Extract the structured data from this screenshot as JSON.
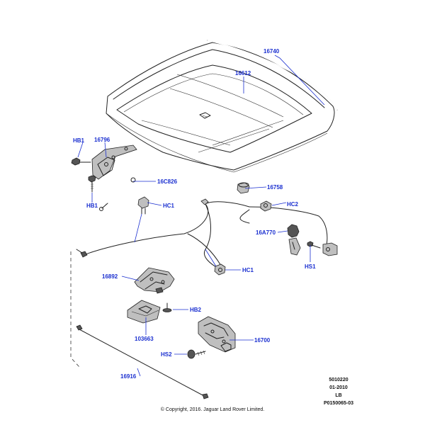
{
  "labels": {
    "p16740": "16740",
    "p16612": "16612",
    "hb1_top": "HB1",
    "p16796": "16796",
    "hb1_bottom": "HB1",
    "p16c826": "16C826",
    "hc1_top": "HC1",
    "p16758": "16758",
    "hc2": "HC2",
    "p16a770": "16A770",
    "hs1": "HS1",
    "hc1_bottom": "HC1",
    "p16892": "16892",
    "hb2": "HB2",
    "p103663": "103663",
    "p16700": "16700",
    "hs2": "HS2",
    "p16916": "16916"
  },
  "reference": {
    "code": "5010220",
    "date": "01-2010",
    "region": "LB",
    "illustration": "P0150065-03"
  },
  "copyright": "© Copyright, 2016. Jaguar Land Rover Limited.",
  "colors": {
    "label": "#1a2fd0",
    "line": "#222222"
  }
}
